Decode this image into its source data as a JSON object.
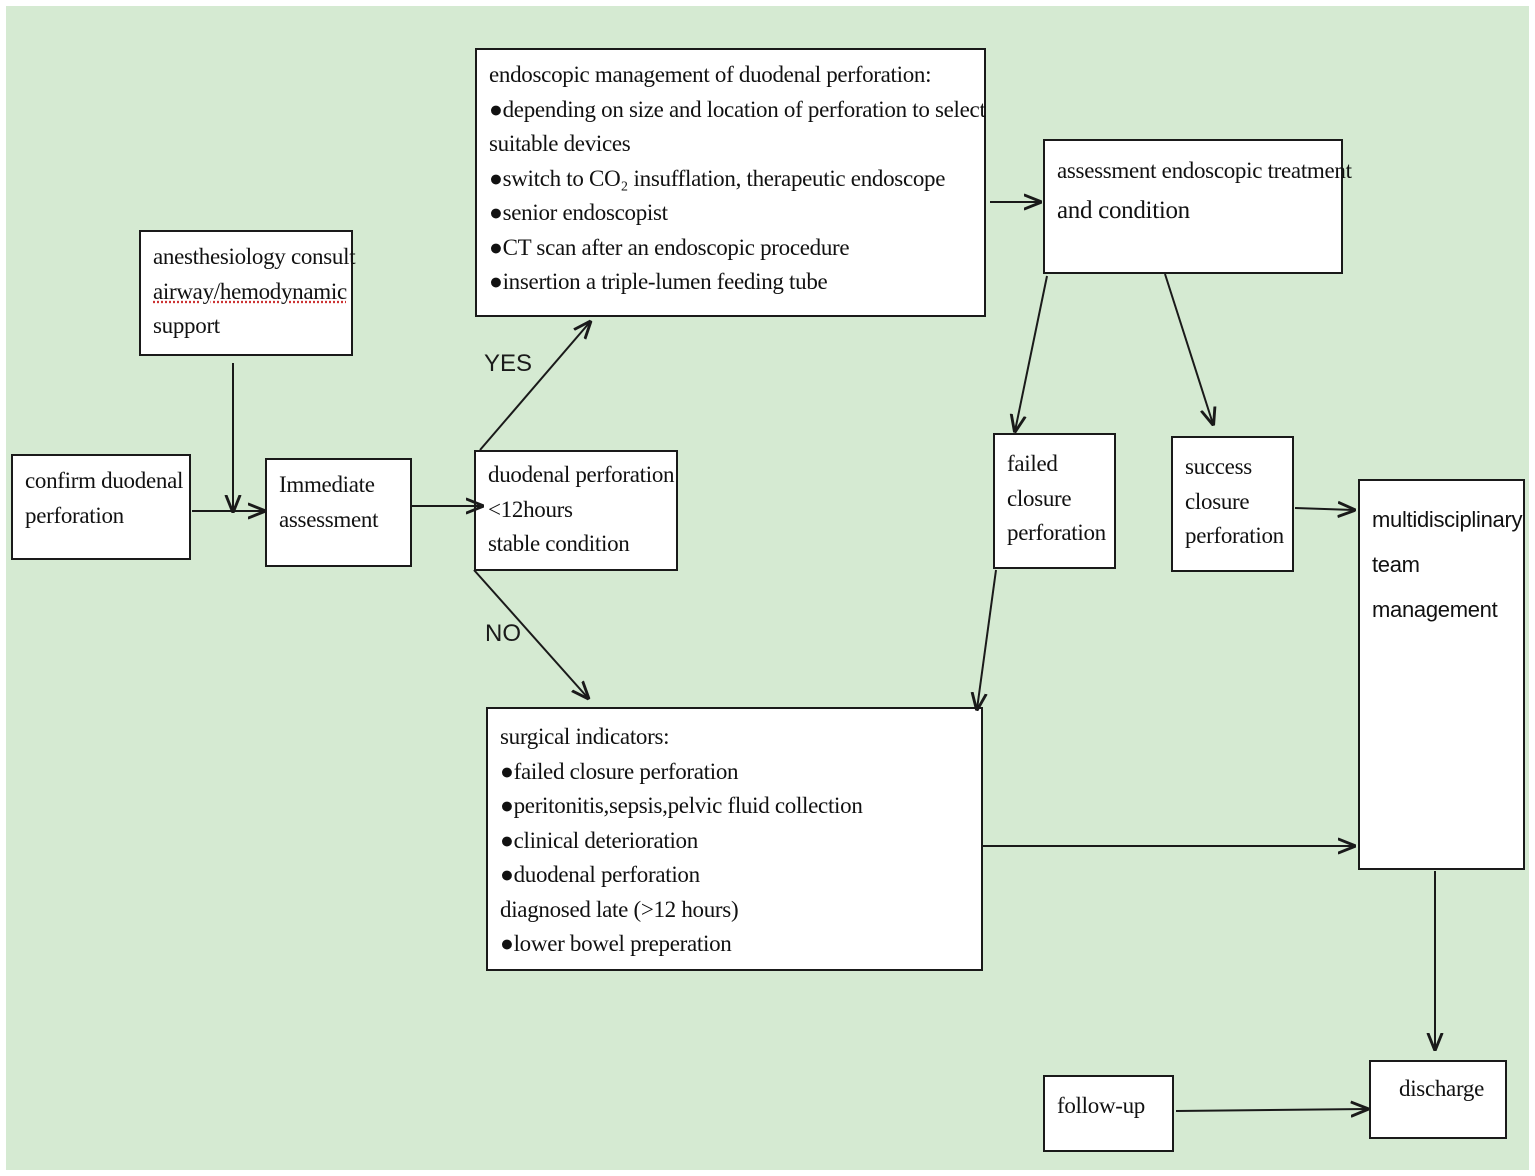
{
  "nodes": {
    "confirm": {
      "lines": [
        "confirm  duodenal",
        "perforation"
      ]
    },
    "anesthesia": {
      "lines": [
        "anesthesiology consult",
        "airway/hemodynamic",
        "support"
      ]
    },
    "immediate": {
      "lines": [
        "Immediate",
        "assessment"
      ]
    },
    "duodenal": {
      "lines": [
        "duodenal  perforation",
        "<12hours",
        "stable condition"
      ]
    },
    "endoscopic": {
      "lines": [
        "endoscopic management of duodenal    perforation:",
        "●depending  on  size  and  location  of  perforation  to  select",
        "suitable devices",
        "●switch to CO₂ insufflation, therapeutic endoscope",
        "●senior endoscopist",
        "●CT scan  after  an  endoscopic procedure",
        "●insertion a triple-lumen feeding tube"
      ]
    },
    "assessment_endo": {
      "lines": [
        "assessment endoscopic treatment",
        "and condition"
      ]
    },
    "failed": {
      "lines": [
        "failed",
        "closure",
        "perforation"
      ]
    },
    "success": {
      "lines": [
        "success",
        "closure",
        "perforation"
      ]
    },
    "mdt": {
      "lines": [
        "multidisciplinary",
        "team",
        "management"
      ]
    },
    "surgical": {
      "lines": [
        "surgical indicators:",
        "●failed closure perforation",
        "●peritonitis,sepsis,pelvic fluid collection",
        "●clinical deterioration",
        "●duodenal perforation",
        "diagnosed late (>12 hours)",
        "●lower bowel preperation"
      ]
    },
    "followup": {
      "lines": [
        "follow-up"
      ]
    },
    "discharge": {
      "lines": [
        "discharge"
      ]
    }
  },
  "edge_labels": {
    "yes": "YES",
    "no": "NO"
  },
  "colors": {
    "background": "#d5ead2",
    "box_fill": "#ffffff",
    "stroke": "#1a1a1a"
  }
}
